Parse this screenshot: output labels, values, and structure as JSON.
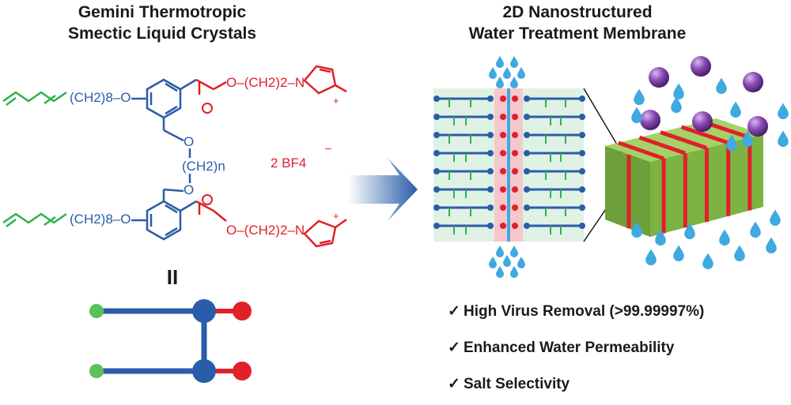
{
  "left_title": {
    "line1": "Gemini Thermotropic",
    "line2": "Smectic Liquid Crystals"
  },
  "right_title": {
    "line1": "2D Nanostructured",
    "line2": "Water Treatment Membrane"
  },
  "molecule": {
    "chain_top": "(CH2)8–O",
    "chain_bottom": "(CH2)8–O",
    "spacer": "(CH2)n",
    "ester_top": "O–(CH2)2–N",
    "ester_bottom": "O–(CH2)2–N",
    "counterion": "2 BF4",
    "o_top": "O",
    "o_bottom": "O",
    "plus": "+",
    "minus": "–"
  },
  "roman_numeral": "II",
  "colors": {
    "tail_green": "#2db34a",
    "core_blue": "#2a5caa",
    "ionic_red": "#e0202a",
    "membrane_green": "#7cb342",
    "water_blue": "#3fa9e0",
    "virus_purple": "#7b3fa0"
  },
  "benefits": [
    {
      "check": "✓",
      "text": "High Virus Removal (>99.99997%)"
    },
    {
      "check": "✓",
      "text": "Enhanced Water Permeability"
    },
    {
      "check": "✓",
      "text": "Salt Selectivity"
    }
  ]
}
